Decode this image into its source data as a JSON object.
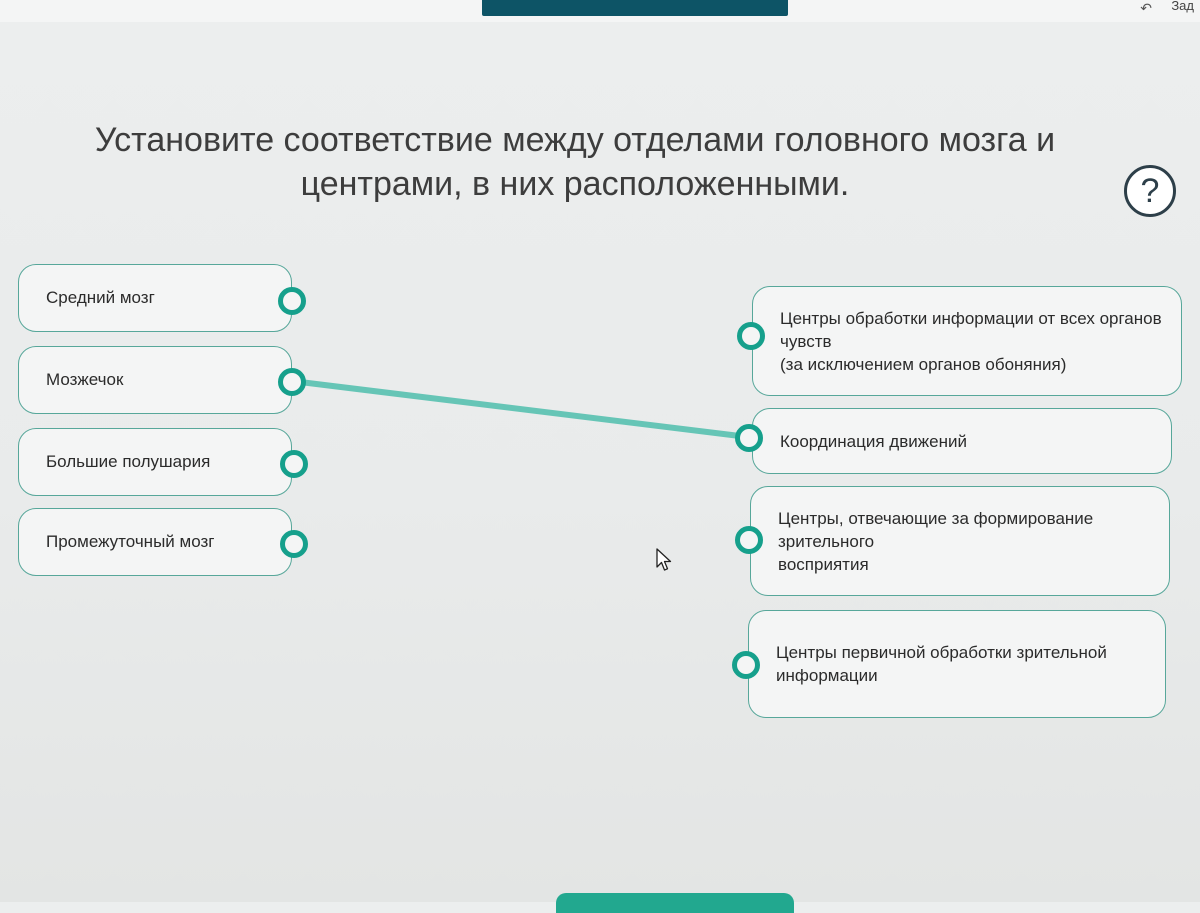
{
  "header": {
    "right_label": "Зад",
    "right_icon": "undo-icon"
  },
  "question": {
    "title": "Установите соответствие между отделами головного мозга и центрами, в них расположенными.",
    "help_label": "?"
  },
  "left_items": [
    {
      "label": "Средний мозг"
    },
    {
      "label": "Мозжечок"
    },
    {
      "label": "Большие полушария"
    },
    {
      "label": "Промежуточный мозг"
    }
  ],
  "right_items": [
    {
      "label": "Центры обработки информации от всех органов чувств\n(за исключением органов обоняния)"
    },
    {
      "label": "Координация движений"
    },
    {
      "label": "Центры, отвечающие за формирование зрительного\nвосприятия"
    },
    {
      "label": "Центры первичной обработки зрительной\nинформации"
    }
  ],
  "connections": [
    {
      "from_left": "Мозжечок",
      "to_right": "Координация движений"
    }
  ],
  "colors": {
    "accent": "#16a08c",
    "link_line": "#66c5b6",
    "border": "#57a79a",
    "header_tab": "#0d5466"
  }
}
